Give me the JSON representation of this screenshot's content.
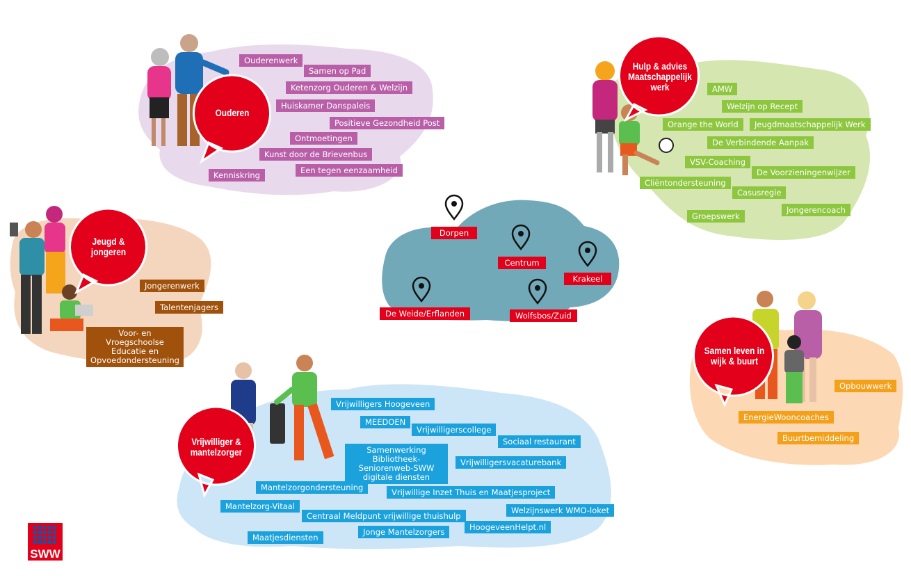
{
  "colors": {
    "ouderen": "#b85fa8",
    "hulp": "#8dc63f",
    "jeugd": "#a0520c",
    "vrijwilliger": "#1ba1dc",
    "samen": "#f3a01b",
    "accent": "#e2001a",
    "map": "#6fa8b5"
  },
  "ouderen": {
    "title": "Ouderen",
    "tags": [
      "Ouderenwerk",
      "Samen op Pad",
      "Ketenzorg Ouderen & Welzijn",
      "Huiskamer Danspaleis",
      "Positieve Gezondheid Post",
      "Ontmoetingen",
      "Kunst door de Brievenbus",
      "Een tegen eenzaamheid",
      "Kenniskring"
    ]
  },
  "hulp": {
    "title": "Hulp & advies Maatschappelijk werk",
    "tags": [
      "AMW",
      "Welzijn op Recept",
      "Orange the World",
      "Jeugdmaatschappelijk Werk",
      "De Verbindende Aanpak",
      "VSV-Coaching",
      "De Voorzieningenwijzer",
      "Cliëntondersteuning",
      "Casusregie",
      "Jongerencoach",
      "Groepswerk"
    ]
  },
  "jeugd": {
    "title": "Jeugd & jongeren",
    "tags": [
      "Jongerenwerk",
      "Talentenjagers",
      "Voor- en Vroegschoolse Educatie en Opvoedondersteuning"
    ]
  },
  "vrijwilliger": {
    "title": "Vrijwilliger & mantelzorger",
    "tags": [
      "Vrijwilligers Hoogeveen",
      "MEEDOEN",
      "Vrijwilligerscollege",
      "Sociaal restaurant",
      "Samenwerking Bibliotheek-Seniorenweb-SWW digitale diensten",
      "Vrijwilligersvacaturebank",
      "Mantelzorgondersteuning",
      "Vrijwillige Inzet Thuis en Maatjesproject",
      "Mantelzorg-Vitaal",
      "Centraal Meldpunt vrijwillige thuishulp",
      "Welzijnswerk WMO-loket",
      "HoogeveenHelpt.nl",
      "Jonge Mantelzorgers",
      "Maatjesdiensten"
    ]
  },
  "samen": {
    "title": "Samen leven in wijk & buurt",
    "tags": [
      "Opbouwwerk",
      "EnergieWooncoaches",
      "Buurtbemiddeling"
    ]
  },
  "map": {
    "locations": [
      "Dorpen",
      "Centrum",
      "Krakeel",
      "De Weide/Erflanden",
      "Wolfsbos/Zuid"
    ]
  },
  "logo": {
    "text": "SWW"
  }
}
